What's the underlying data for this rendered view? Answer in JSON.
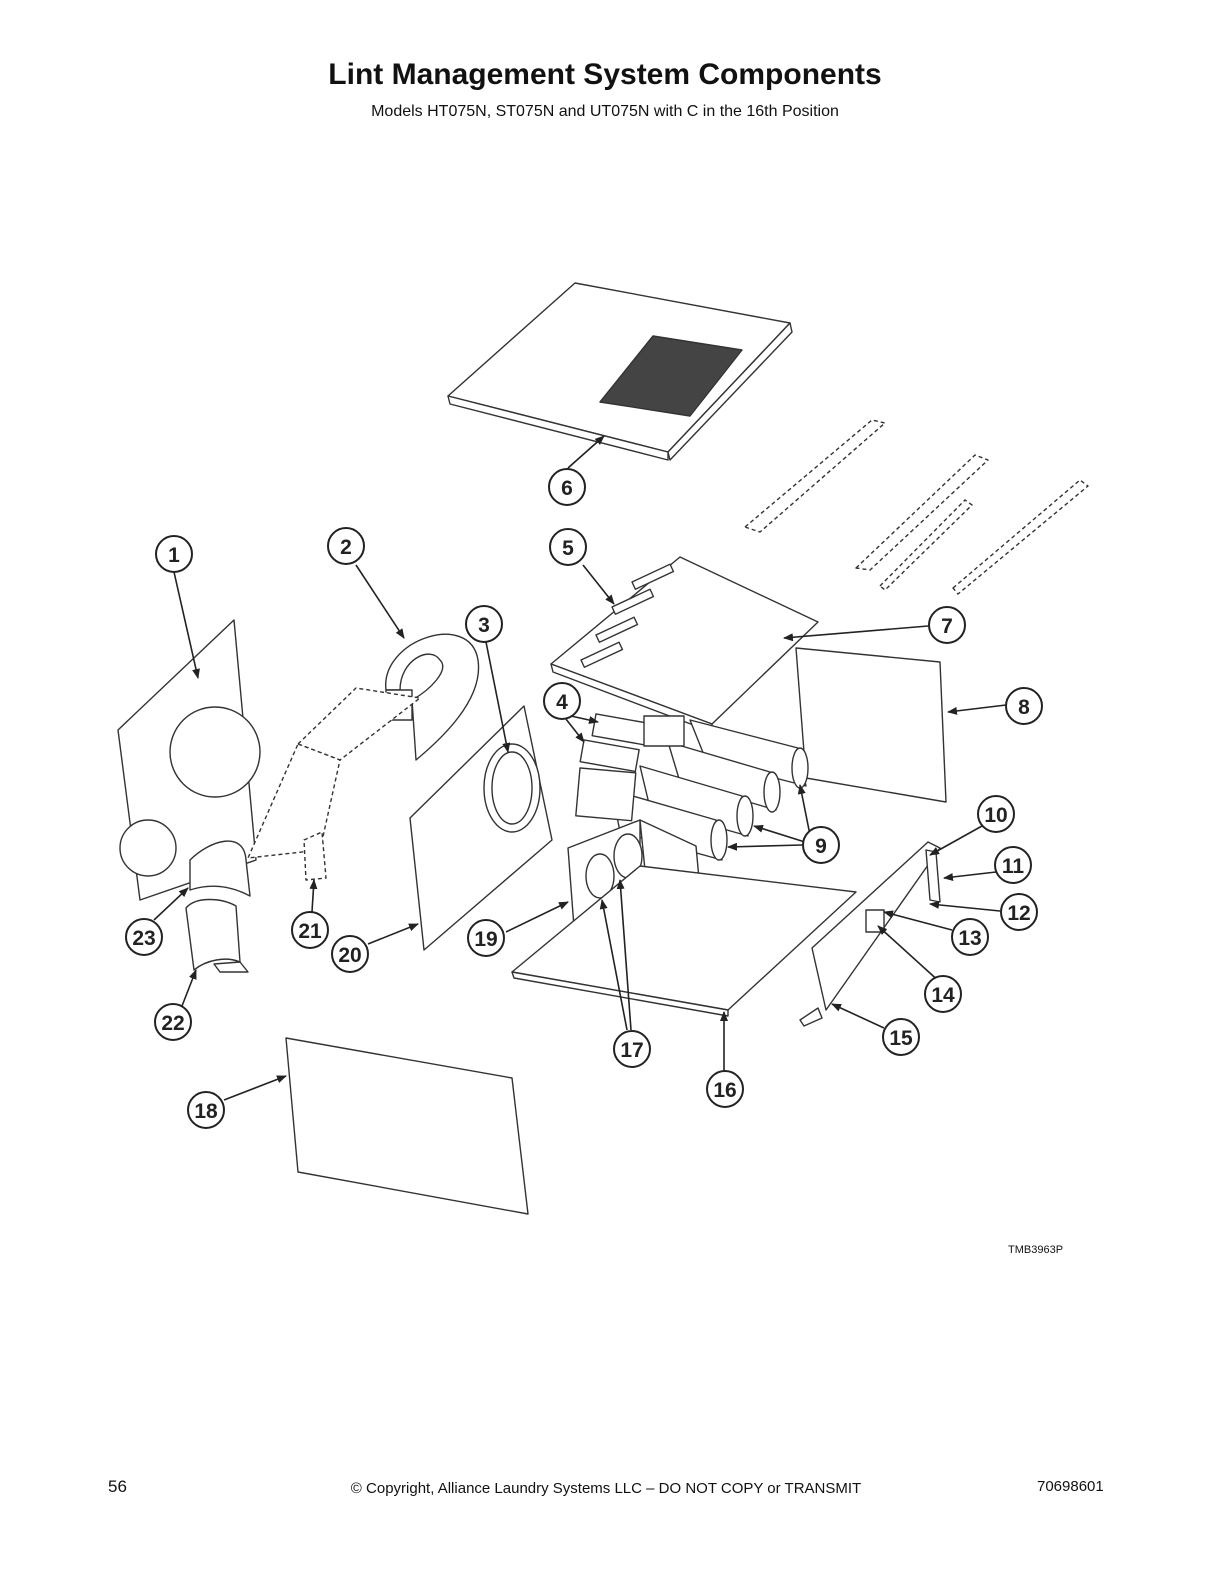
{
  "title": "Lint Management System Components",
  "subtitle": "Models HT075N, ST075N and UT075N with C in the 16th Position",
  "drawing_id": "TMB3963P",
  "callouts": [
    "1",
    "2",
    "3",
    "4",
    "5",
    "6",
    "7",
    "8",
    "9",
    "10",
    "11",
    "12",
    "13",
    "14",
    "15",
    "16",
    "17",
    "18",
    "19",
    "20",
    "21",
    "22",
    "23"
  ],
  "footer": {
    "page_number": "56",
    "copyright": "© Copyright, Alliance Laundry Systems LLC – DO NOT COPY or TRANSMIT",
    "doc_number": "70698601"
  }
}
